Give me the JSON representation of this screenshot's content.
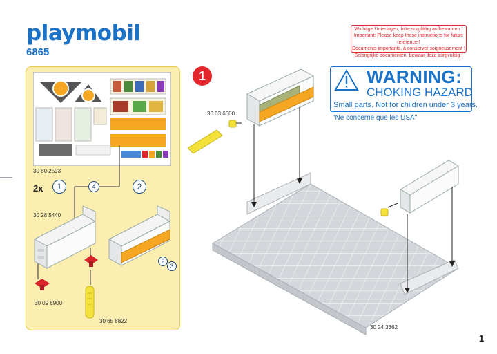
{
  "brand": {
    "logo_text": "playmobil",
    "set_number": "6865"
  },
  "page": {
    "page_number": "1"
  },
  "left_panel": {
    "manual_code": "30 80 2593",
    "repeat_label": "2x",
    "sub_step_1": "1",
    "sub_step_2": "2",
    "sub_step_3": "3",
    "part_ref_4": "4",
    "part_ref_2": "2",
    "shelf_part": "30 28 5440",
    "stand_part": "30 09 6900",
    "clip_part": "30 65 8822"
  },
  "main_step": {
    "step_number": "1",
    "counter_part": "30 03 6600",
    "base_part": "30 24 3362"
  },
  "warnings": {
    "docs_lines": [
      "Wichtige Unterlagen, bitte sorgfältig aufbewahren !",
      "Important: Please keep these instructions for future reference !",
      "Documents importants, à conserver soigneusement !",
      "Belangrijke documenten, bewaar deze zorgvuldig !"
    ],
    "title": "WARNING:",
    "subtitle": "CHOKING HAZARD",
    "small_parts": "Small parts. Not for children under 3 years.",
    "usa_note": "\"Ne concerne que les USA\""
  },
  "colors": {
    "brand_blue": "#1a73c8",
    "warning_red": "#e2262b",
    "panel_yellow": "#fbeeb0",
    "part_orange": "#f5a623",
    "floor_grey": "#d3d6da"
  },
  "icons": [
    "warning-triangle-icon"
  ]
}
